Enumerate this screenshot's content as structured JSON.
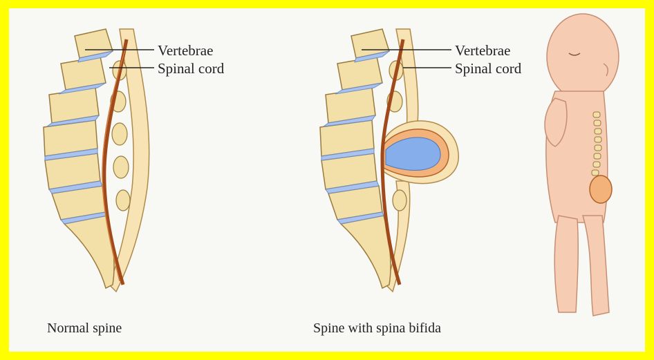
{
  "panels": {
    "normal": {
      "caption": "Normal spine",
      "labels": {
        "vertebrae": "Vertebrae",
        "spinal_cord": "Spinal cord"
      }
    },
    "bifida": {
      "caption": "Spine with spina bifida",
      "labels": {
        "vertebrae": "Vertebrae",
        "spinal_cord": "Spinal cord"
      }
    }
  },
  "colors": {
    "border": "#ffff00",
    "background": "#f8f8f4",
    "bone": "#f3dfa8",
    "bone_outline": "#9a7a3c",
    "disc": "#a9c3ee",
    "cord": "#a04a1c",
    "sac_outer": "#f2b27a",
    "sac_inner": "#86aeea",
    "skin": "#f6ccb2"
  }
}
